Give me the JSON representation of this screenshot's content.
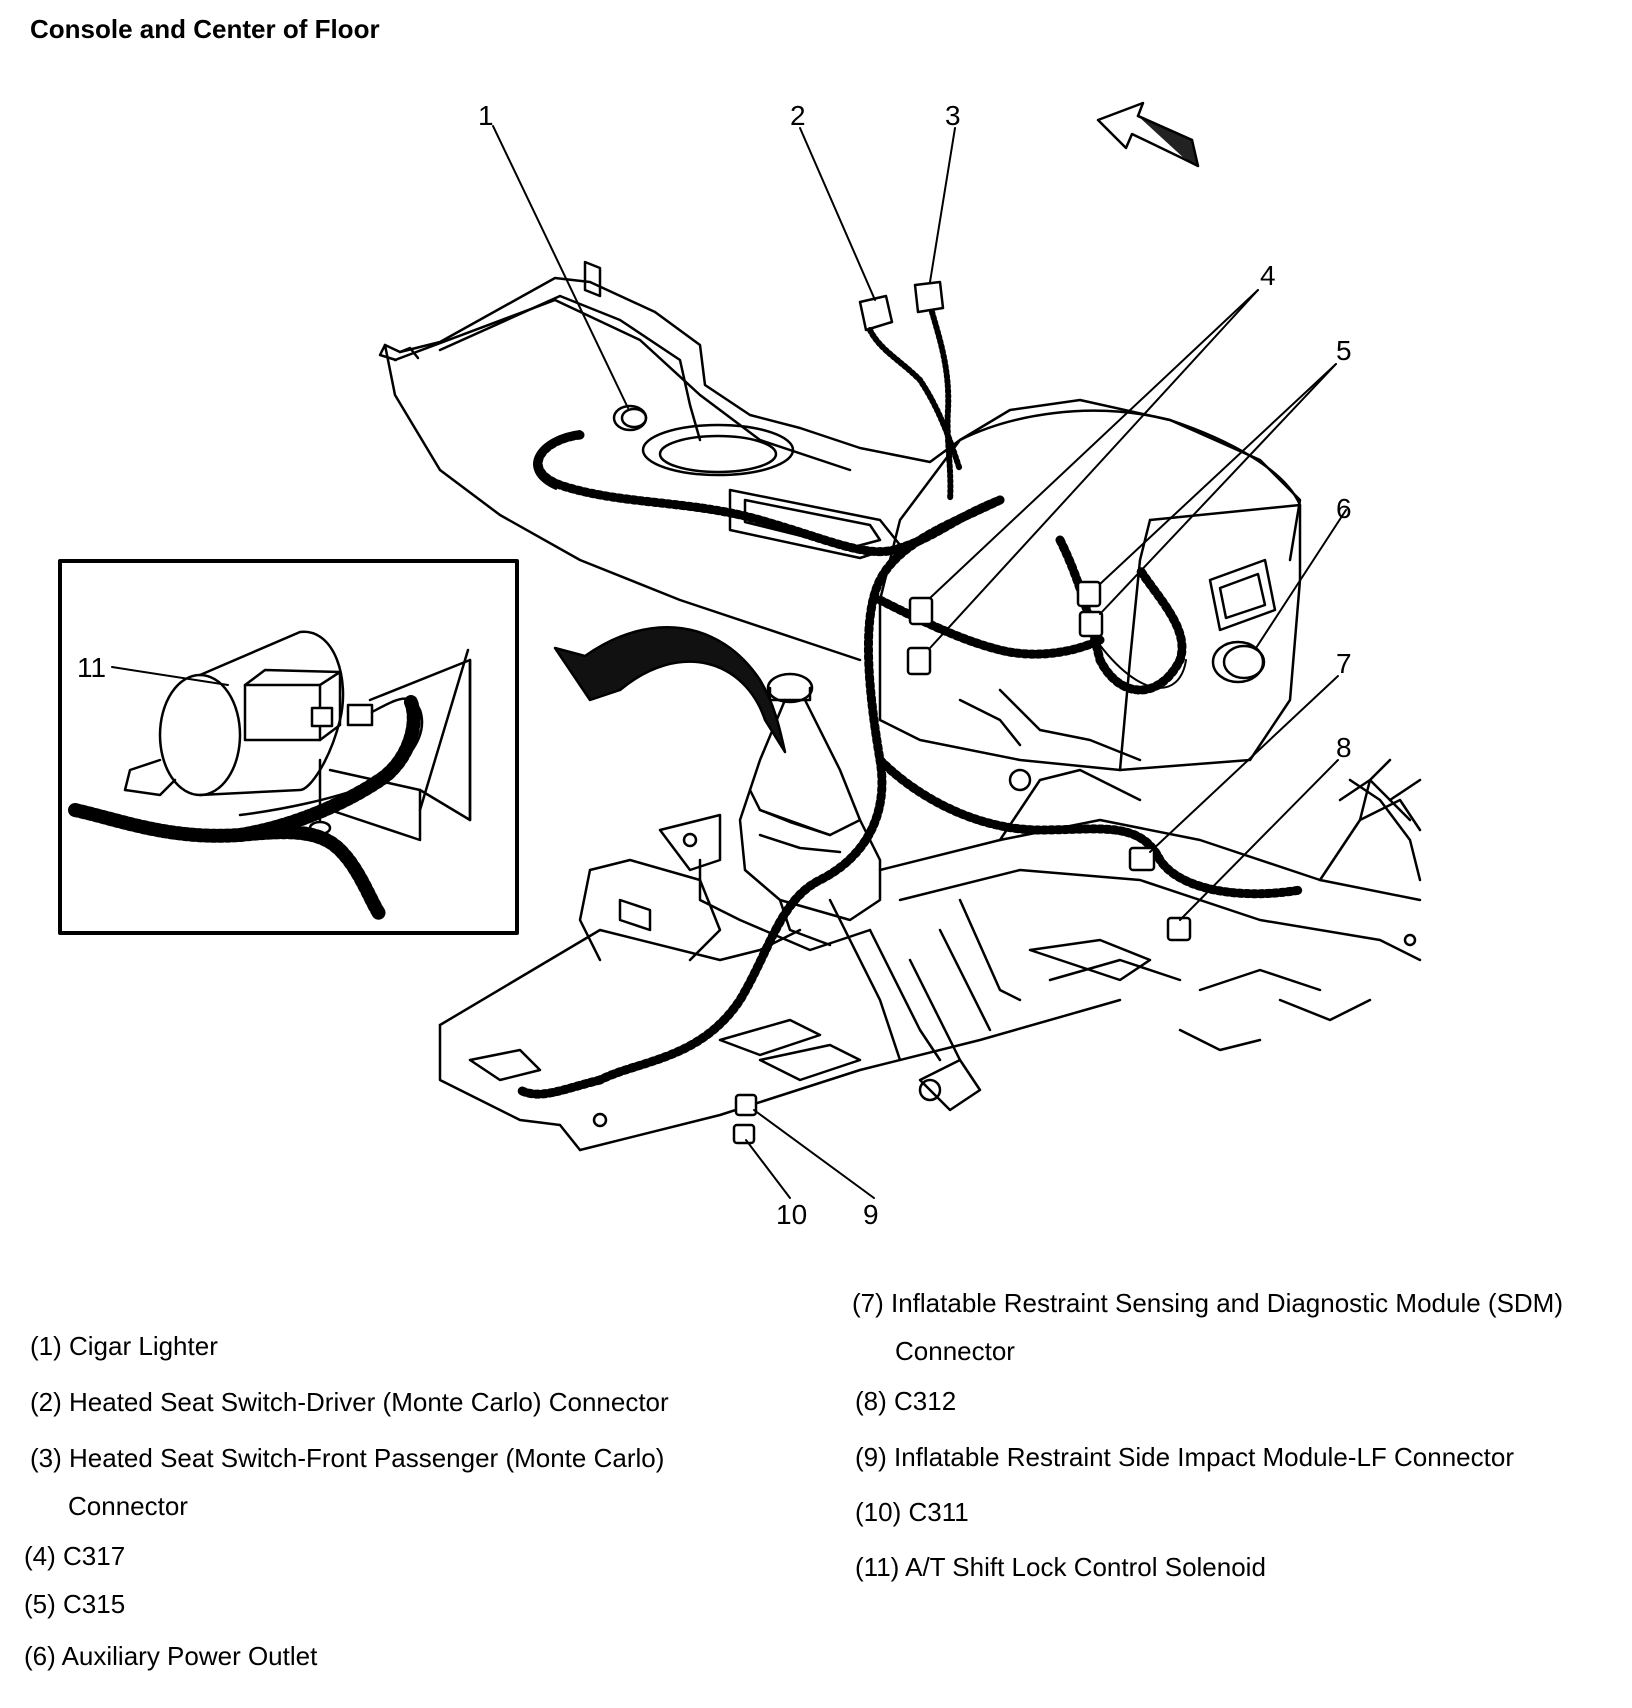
{
  "title": "Console and Center of Floor",
  "callouts": {
    "c1": "1",
    "c2": "2",
    "c3": "3",
    "c4": "4",
    "c5": "5",
    "c6": "6",
    "c7": "7",
    "c8": "8",
    "c9": "9",
    "c10": "10",
    "c11": "11"
  },
  "legend": {
    "l1": "(1) Cigar Lighter",
    "l2": "(2) Heated Seat Switch-Driver (Monte Carlo) Connector",
    "l3a": "(3) Heated Seat Switch-Front Passenger (Monte Carlo)",
    "l3b": "Connector",
    "l4": "(4) C317",
    "l5": "(5) C315",
    "l6": "(6) Auxiliary Power Outlet",
    "l7a": "(7) Inflatable Restraint Sensing and Diagnostic Module (SDM)",
    "l7b": "Connector",
    "l8": "(8) C312",
    "l9": "(9) Inflatable Restraint Side Impact Module-LF Connector",
    "l10": "(10) C311",
    "l11": "(11) A/T Shift Lock Control Solenoid"
  }
}
